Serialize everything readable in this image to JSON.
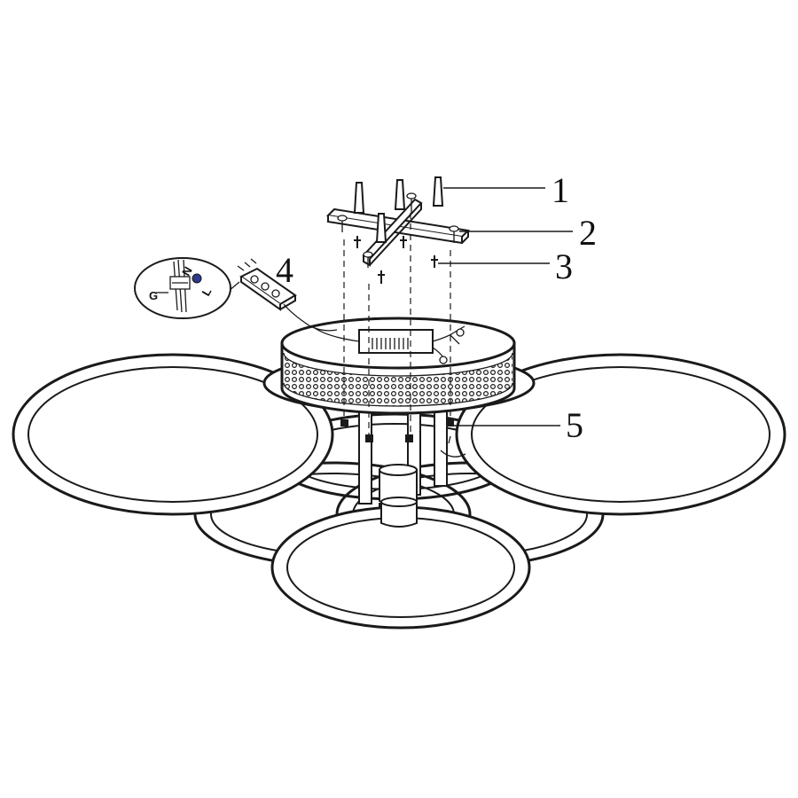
{
  "callouts": [
    {
      "id": "1",
      "label": "1"
    },
    {
      "id": "2",
      "label": "2"
    },
    {
      "id": "3",
      "label": "3"
    },
    {
      "id": "4",
      "label": "4"
    },
    {
      "id": "5",
      "label": "5"
    }
  ],
  "inset": {
    "symbol_ground": "G",
    "symbol_neutral": "N",
    "symbol_live": "L"
  },
  "colors": {
    "line": "#1a1a1a",
    "background": "#ffffff",
    "terminal_dot": "#2b3a8c"
  }
}
